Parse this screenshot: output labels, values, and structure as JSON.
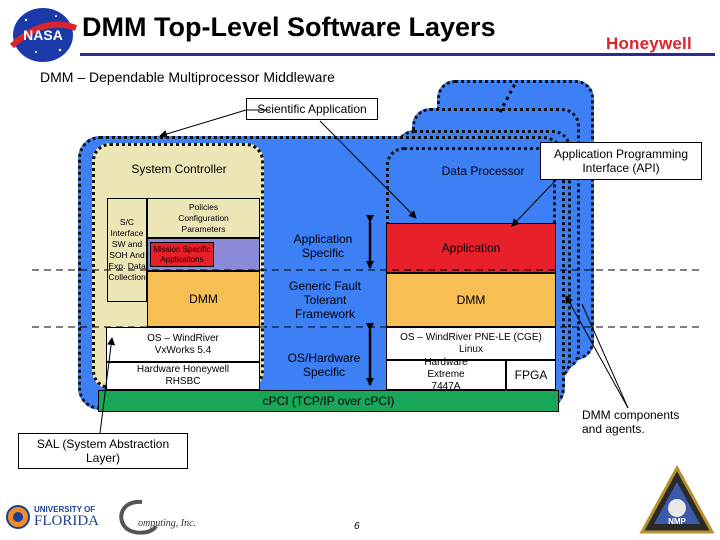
{
  "header": {
    "title": "DMM Top-Level Software Layers",
    "brand": "Honeywell",
    "subtitle": "DMM – Dependable Multiprocessor Middleware",
    "nasa_logo": "NASA"
  },
  "diagram": {
    "scientific_application": "Scientific Application",
    "system_controller": "System Controller",
    "data_processor": "Data Processor",
    "api_callout": "Application Programming Interface (API)",
    "sc_interface": "S/C Interface SW and SOH And Exp. Data Collection",
    "policies": "Policies Configuration Parameters",
    "mission_specific": "Mission Specific Applications",
    "dmm_left": "DMM",
    "os_left": "OS – WindRiver VxWorks 5.4",
    "hardware_left": "Hardware Honeywell RHSBC",
    "application_specific": "Application Specific",
    "generic_fault": "Generic Fault Tolerant Framework",
    "os_hardware_specific": "OS/Hardware Specific",
    "application_right": "Application",
    "dmm_right": "DMM",
    "os_right": "OS – WindRiver PNE-LE (CGE) Linux",
    "hardware_right": "Hardware Extreme 7447A",
    "fpga": "FPGA",
    "cpci": "cPCI (TCP/IP over cPCI)",
    "dmm_components": "DMM components and agents.",
    "sal": "SAL (System Abstraction Layer)"
  },
  "footer": {
    "page_number": "6",
    "uf_line1": "UNIVERSITY OF",
    "uf_line2": "FLORIDA",
    "logo2_text": "Honeywell Computing, Inc.",
    "nmp_badge": "NMP"
  },
  "colors": {
    "sc_fill": "#ece6b6",
    "dp_fill": "#3d7ff5",
    "purple": "#8a8ad8",
    "red": "#e8202a",
    "orange": "#f7be54",
    "white": "#ffffff",
    "green": "#19a658",
    "title_rule": "#2c2c8c",
    "brand_red": "#d9252b"
  }
}
